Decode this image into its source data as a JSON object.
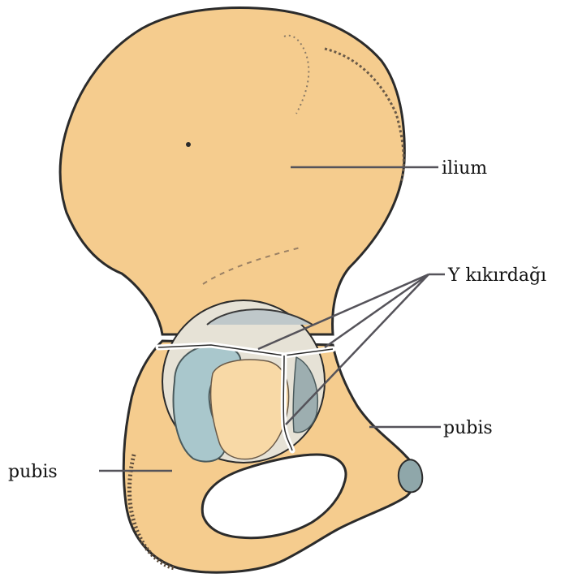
{
  "diagram": {
    "labels": {
      "ilium": "ilium",
      "y_cartilage": "Y kıkırdağı",
      "pubis_right": "pubis",
      "pubis_left": "pubis"
    },
    "colors": {
      "bone_fill": "#F5CC8E",
      "bone_light": "#F8D9A6",
      "bone_outline": "#2B2B2B",
      "cartilage": "#A9C7CC",
      "cartilage_shadow": "#7E8E90",
      "leader_line": "#55535A",
      "background": "#FFFFFF"
    }
  }
}
